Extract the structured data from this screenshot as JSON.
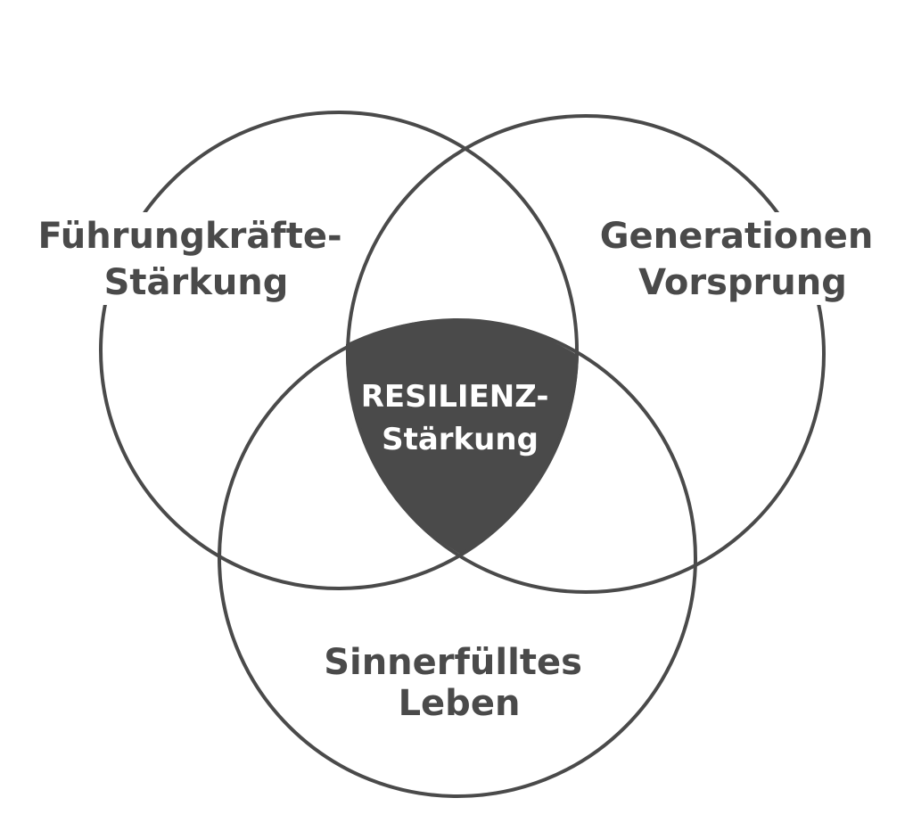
{
  "diagram": {
    "type": "venn-3",
    "stroke_color": "#4a4a4a",
    "center_fill": "#4a4a4a",
    "center_text_color": "#ffffff",
    "background": "#ffffff",
    "sets": [
      {
        "id": "top-left",
        "lines": [
          "Führungkräfte-",
          "Stärkung"
        ]
      },
      {
        "id": "top-right",
        "lines": [
          "Generationen",
          "Vorsprung"
        ]
      },
      {
        "id": "bottom",
        "lines": [
          "Sinnerfülltes",
          "Leben"
        ]
      }
    ],
    "center": {
      "lines": [
        "RESILIENZ-",
        "Stärkung"
      ]
    }
  }
}
